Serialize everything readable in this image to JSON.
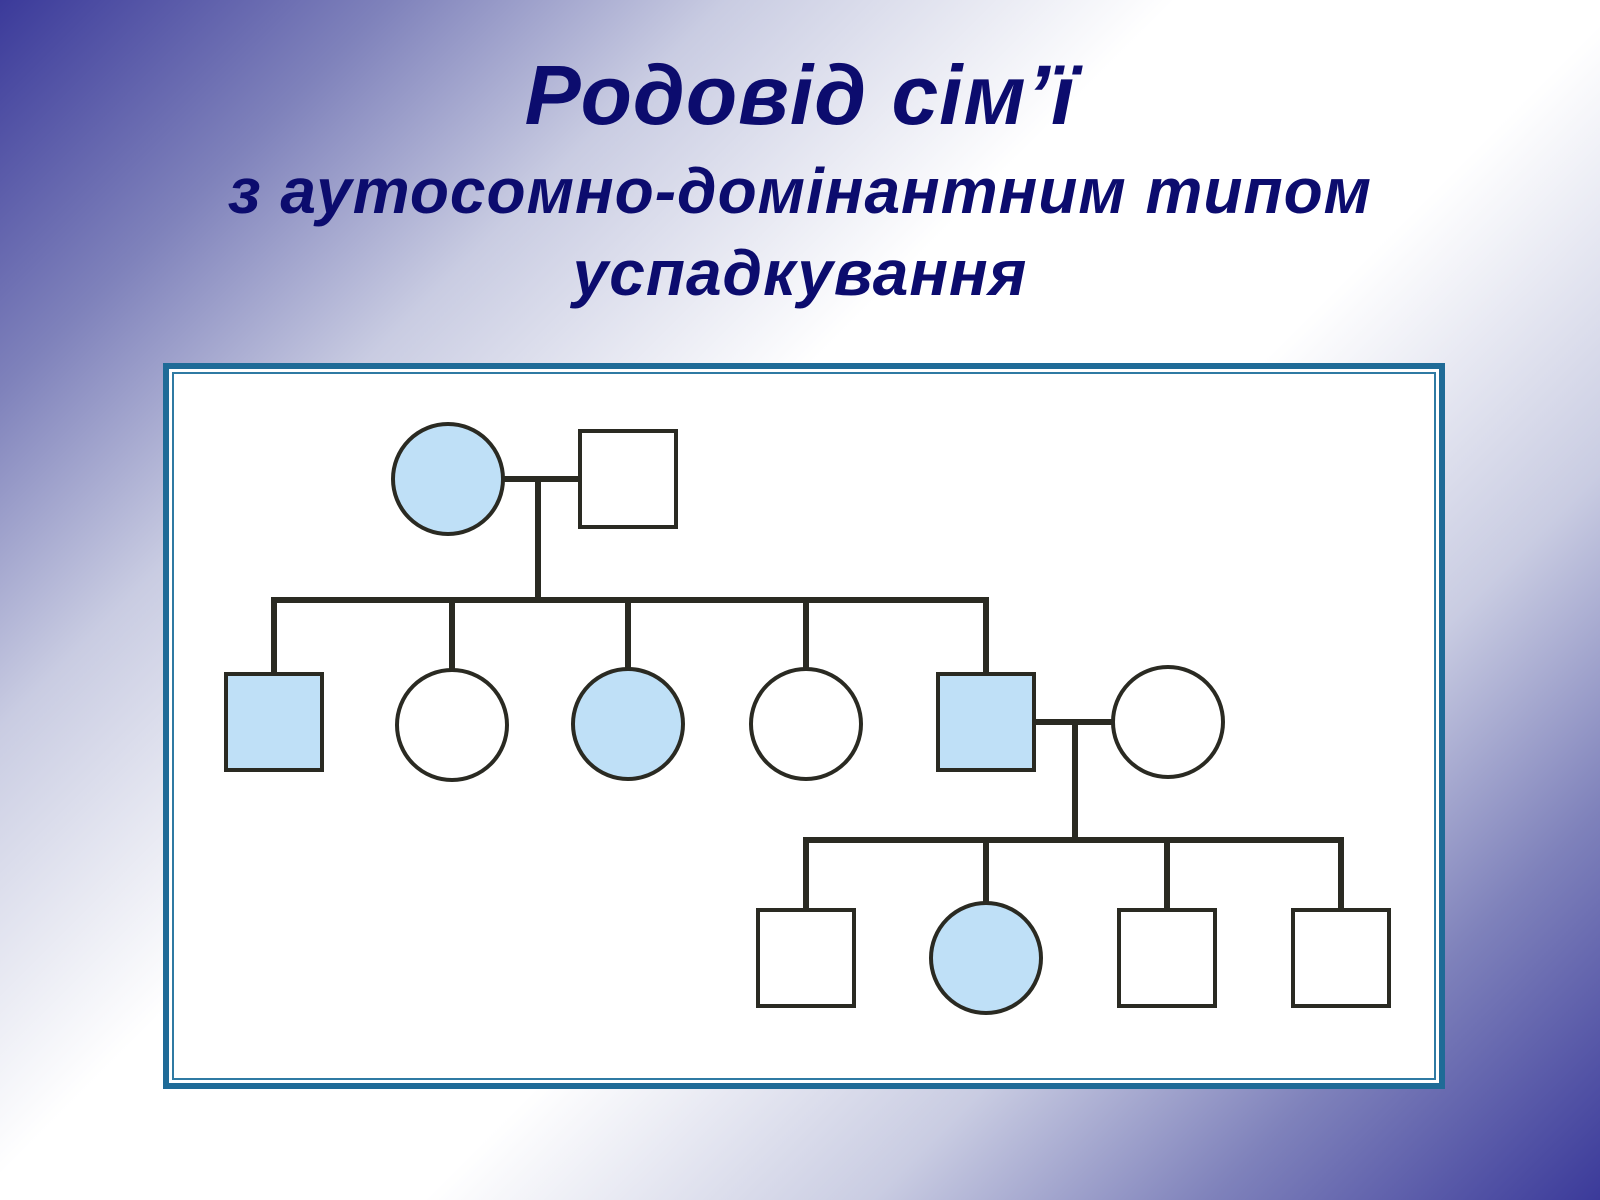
{
  "title": {
    "line1": "Родовід сім’ї",
    "line2": "з аутосомно-домінантним типом",
    "line3": "успадкування"
  },
  "colors": {
    "affected_fill": "#bfe0f7",
    "unaffected_fill": "#ffffff",
    "line": "#2a2a22",
    "title": "#0c0c6e",
    "frame_border": "#1f6b97"
  },
  "legend_semantics": {
    "square": "male",
    "circle": "female",
    "filled": "affected"
  },
  "pedigree": {
    "individuals": [
      {
        "id": "I-1",
        "sex": "female",
        "affected": true
      },
      {
        "id": "I-2",
        "sex": "male",
        "affected": false
      },
      {
        "id": "II-1",
        "sex": "male",
        "affected": true
      },
      {
        "id": "II-2",
        "sex": "female",
        "affected": false
      },
      {
        "id": "II-3",
        "sex": "female",
        "affected": true
      },
      {
        "id": "II-4",
        "sex": "female",
        "affected": false
      },
      {
        "id": "II-5",
        "sex": "male",
        "affected": true
      },
      {
        "id": "II-6",
        "sex": "female",
        "affected": false
      },
      {
        "id": "III-1",
        "sex": "male",
        "affected": false
      },
      {
        "id": "III-2",
        "sex": "female",
        "affected": true
      },
      {
        "id": "III-3",
        "sex": "male",
        "affected": false
      },
      {
        "id": "III-4",
        "sex": "male",
        "affected": false
      }
    ],
    "couples": [
      {
        "partners": [
          "I-1",
          "I-2"
        ],
        "children": [
          "II-1",
          "II-2",
          "II-3",
          "II-4",
          "II-5"
        ]
      },
      {
        "partners": [
          "II-5",
          "II-6"
        ],
        "children": [
          "III-1",
          "III-2",
          "III-3",
          "III-4"
        ]
      }
    ]
  }
}
